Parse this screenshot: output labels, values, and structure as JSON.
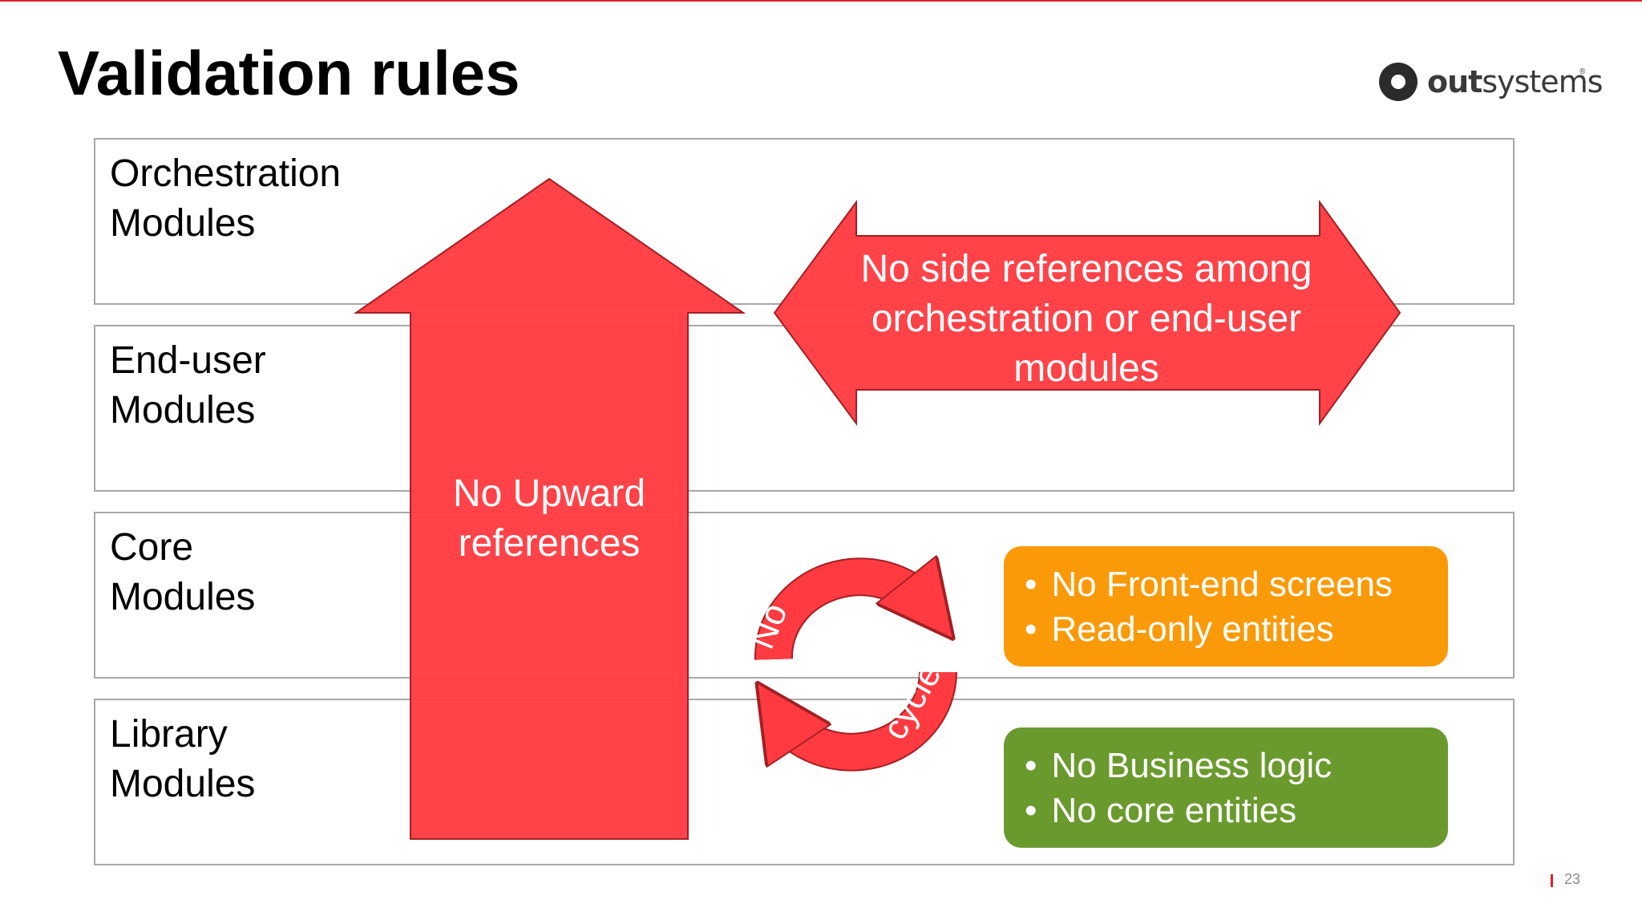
{
  "slide": {
    "title": "Validation rules",
    "page_number": "23"
  },
  "logo": {
    "text_bold": "out",
    "text_regular": "systems",
    "registered": "®"
  },
  "layers": [
    {
      "label": "Orchestration\nModules"
    },
    {
      "label": "End-user\nModules"
    },
    {
      "label": "Core\nModules"
    },
    {
      "label": "Library\nModules"
    }
  ],
  "arrows": {
    "upward": {
      "label": "No Upward\nreferences"
    },
    "side": {
      "label": "No side references among\norchestration or end-user\nmodules"
    },
    "cycle": {
      "word_top": "No",
      "word_bottom": "cycle"
    }
  },
  "rule_boxes": [
    {
      "items": [
        "No Front-end screens",
        "Read-only entities"
      ],
      "color": "#fa9a09"
    },
    {
      "items": [
        "No Business logic",
        "No core entities"
      ],
      "color": "#6a9a2e"
    }
  ],
  "colors": {
    "arrow_fill": "#ff3b41",
    "arrow_stroke": "#a31f24",
    "accent": "#d9232e"
  }
}
